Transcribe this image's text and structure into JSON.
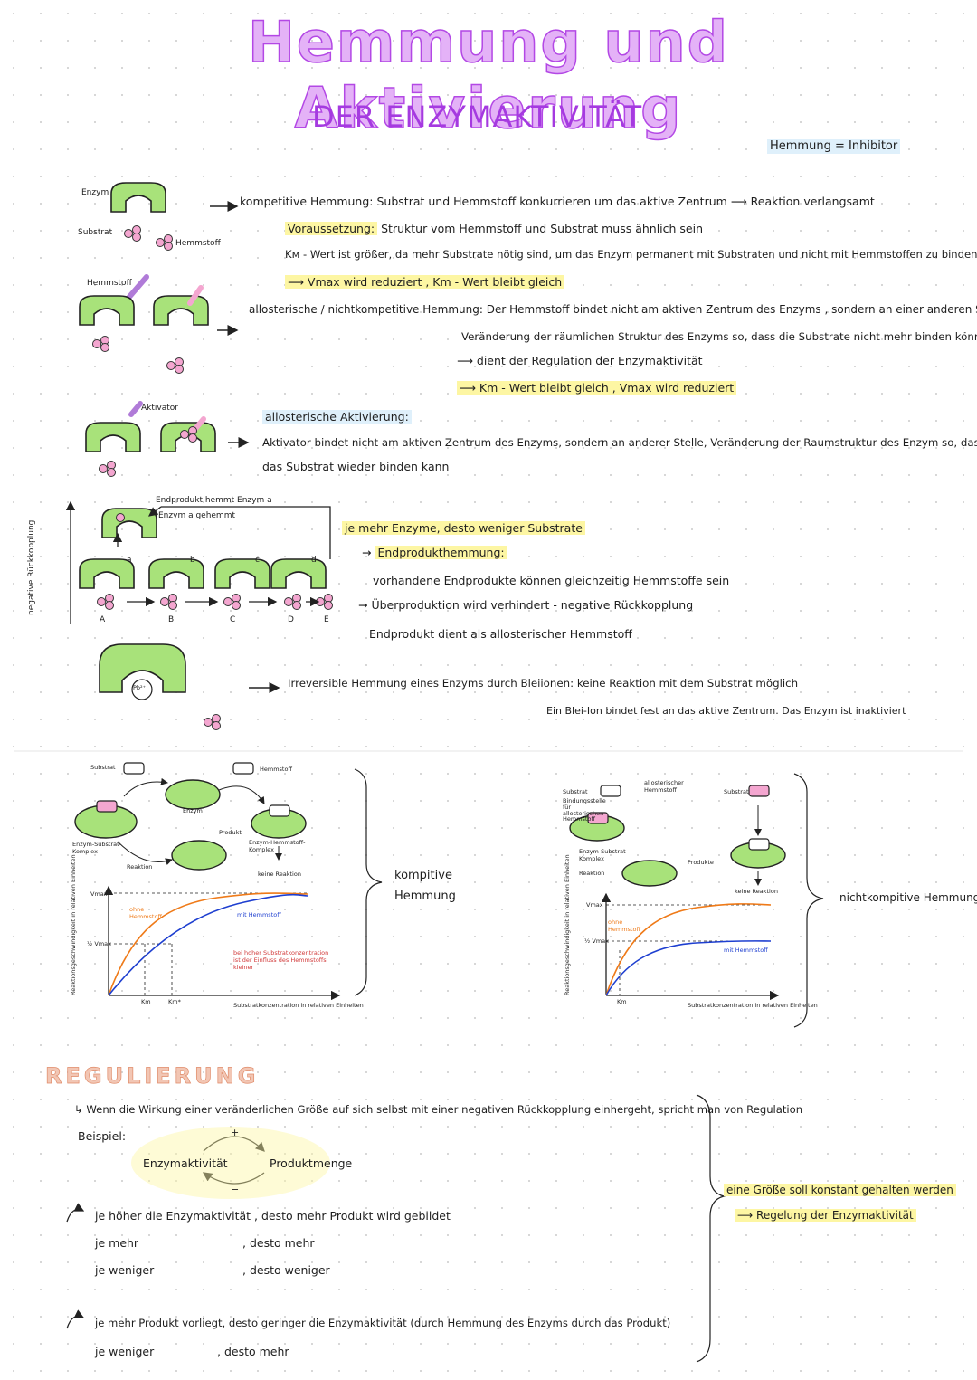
{
  "header": {
    "title": "Hemmung und Aktivierung",
    "subtitle": "DER ENZYMAKTIVITÄT",
    "note_left": "Hemmung",
    "note_eq": "=",
    "note_right": "Inhibitor"
  },
  "labels": {
    "enzym": "Enzym",
    "substrat": "Substrat",
    "hemmstoff": "Hemmstoff",
    "aktivator": "Aktivator",
    "feedback_top1": "Endprodukt hemmt Enzym a",
    "feedback_top2": "Enzym a gehemmt",
    "neg_feedback": "negative Rückkopplung",
    "letter_a": "a",
    "letter_b": "b",
    "letter_c": "c",
    "letter_d": "d",
    "letter_A": "A",
    "letter_B": "B",
    "letter_C": "C",
    "letter_D": "D",
    "letter_E": "E",
    "pb": "Pb²⁺"
  },
  "competitive": {
    "head": "kompetitive Hemmung:",
    "text": "Substrat und Hemmstoff konkurrieren um das aktive Zentrum ⟶ Reaktion verlangsamt",
    "cond_head": "Voraussetzung:",
    "cond_text": "Struktur vom Hemmstoff und Substrat muss ähnlich sein",
    "km_text": "Kᴍ - Wert ist größer, da mehr Substrate nötig sind, um das Enzym permanent mit Substraten und nicht mit Hemmstoffen zu binden",
    "vmax_text": "⟶ Vmax wird reduziert , Km - Wert bleibt gleich"
  },
  "allosteric": {
    "head": "allosterische / nichtkompetitive Hemmung:",
    "text": "Der Hemmstoff bindet nicht am aktiven Zentrum des Enzyms , sondern an einer anderen Stelle",
    "line2": "Veränderung der räumlichen Struktur des Enzyms so, dass die Substrate nicht mehr binden können",
    "line3": "⟶ dient der Regulation der Enzymaktivität",
    "line4": "⟶ Km - Wert bleibt gleich , Vmax wird reduziert"
  },
  "activation": {
    "head": "allosterische Aktivierung:",
    "text1": "Aktivator bindet nicht am aktiven Zentrum des Enzyms, sondern an anderer Stelle, Veränderung der Raumstruktur des Enzym so, dass",
    "text2": "das Substrat wieder binden kann"
  },
  "endproduct": {
    "line1": "je mehr Enzyme, desto weniger Substrate",
    "line2": "Endprodukthemmung:",
    "line3": "vorhandene Endprodukte können gleichzeitig Hemmstoffe sein",
    "line4": "Überproduktion wird verhindert - negative Rückkopplung",
    "line5": "Endprodukt dient als allosterischer Hemmstoff"
  },
  "irreversible": {
    "line1": "Irreversible Hemmung eines Enzyms durch Bleiionen: keine Reaktion mit dem Substrat möglich",
    "line2": "Ein Blei-Ion bindet fest an das aktive Zentrum. Das Enzym ist inaktiviert"
  },
  "diagram1": {
    "substrat": "Substrat",
    "hemmstoff": "Hemmstoff",
    "enzym": "Enzym",
    "produkt": "Produkt",
    "es_complex": "Enzym-Substrat-Komplex",
    "ei_complex": "Enzym-Hemmstoff-Komplex",
    "reaktion": "Reaktion",
    "keine": "keine Reaktion",
    "ohne": "ohne Hemmstoff",
    "mit": "mit Hemmstoff",
    "vmax": "Vmax",
    "halfvmax": "½ Vmax",
    "km1": "Km",
    "km2": "Km*",
    "yaxis": "Reaktionsgeschwindigkeit in relativen Einheiten",
    "xaxis": "Substratkonzentration in relativen Einheiten",
    "note": "bei hoher Substratkonzentration ist der Einfluss des Hemmstoffs kleiner",
    "label": "kompitive Hemmung"
  },
  "diagram2": {
    "substrat": "Substrat",
    "bindungsstelle": "Bindungsstelle für allosterischen Hemmstoff",
    "allo": "allosterischer Hemmstoff",
    "es_complex": "Enzym-Substrat-Komplex",
    "reaktion": "Reaktion",
    "produkte": "Produkte",
    "keine": "keine Reaktion",
    "ohne": "ohne Hemmstoff",
    "mit": "mit Hemmstoff",
    "vmax": "Vmax",
    "halfvmax": "½ Vmax",
    "km": "Km",
    "yaxis": "Reaktionsgeschwindigkeit in relativen Einheiten",
    "xaxis": "Substratkonzentration in relativen Einheiten",
    "label": "nichtkompitive Hemmung"
  },
  "regulation": {
    "title": "REGULIERUNG",
    "intro": "↳ Wenn die Wirkung einer veränderlichen Größe auf sich selbst mit einer negativen Rückkopplung einhergeht, spricht man von Regulation",
    "beispiel": "Beispiel:",
    "enzymaktivitaet": "Enzymaktivität",
    "produktmenge": "Produktmenge",
    "plus": "+",
    "minus": "−",
    "l1": "je höher die Enzymaktivität , desto mehr Produkt wird gebildet",
    "l2a": "je mehr",
    "l2b": ", desto mehr",
    "l3a": "je weniger",
    "l3b": ", desto weniger",
    "l4": "je mehr Produkt vorliegt, desto geringer die Enzymaktivität (durch Hemmung des Enzyms durch das Produkt)",
    "l5a": "je weniger",
    "l5b": ", desto mehr",
    "side1": "eine Größe soll konstant gehalten werden",
    "side2": "⟶ Regelung der Enzymaktivität"
  },
  "colors": {
    "enzyme": "#a8e27a",
    "outline": "#222222",
    "pink": "#f4a6d0",
    "orange": "#ef7a18",
    "blue": "#1e3fd0",
    "purple": "#a53ae0",
    "highlight_yellow": "#fdf6a3"
  }
}
